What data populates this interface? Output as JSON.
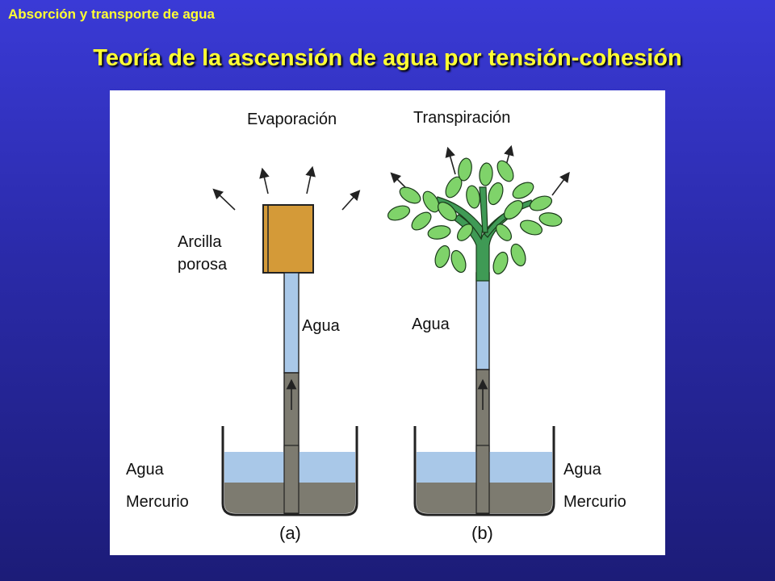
{
  "header": {
    "section_label": "Absorción y transporte de agua"
  },
  "slide": {
    "title": "Teoría de la ascensión de agua por tensión-cohesión"
  },
  "figure": {
    "panel_a": {
      "top_label": "Evaporación",
      "clay_label_line1": "Arcilla",
      "clay_label_line2": "porosa",
      "tube_label": "Agua",
      "water_label": "Agua",
      "mercury_label": "Mercurio",
      "caption": "(a)"
    },
    "panel_b": {
      "top_label": "Transpiración",
      "tube_label": "Agua",
      "water_label": "Agua",
      "mercury_label": "Mercurio",
      "caption": "(b)"
    }
  },
  "colors": {
    "title_yellow": "#ffff33",
    "water_blue": "#a9c8e8",
    "mercury_gray": "#7d7b70",
    "clay_orange": "#d49a38",
    "leaf_green": "#7fd36a",
    "stem_green": "#3f9a55"
  }
}
